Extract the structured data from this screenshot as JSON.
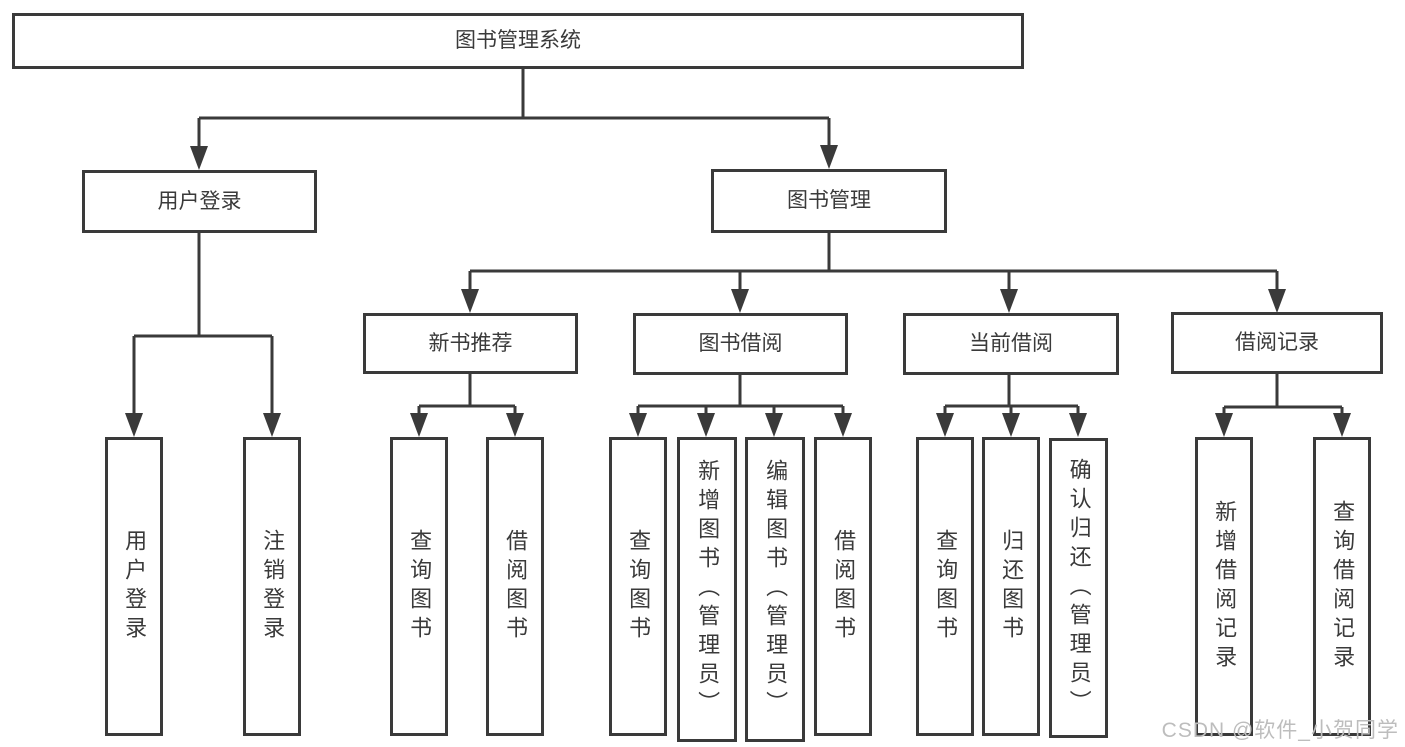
{
  "tree": {
    "root": {
      "label": "图书管理系统"
    },
    "children": [
      {
        "label": "用户登录",
        "children": [
          {
            "label": "用户登录"
          },
          {
            "label": "注销登录"
          }
        ]
      },
      {
        "label": "图书管理",
        "children": [
          {
            "label": "新书推荐",
            "children": [
              {
                "label": "查询图书"
              },
              {
                "label": "借阅图书"
              }
            ]
          },
          {
            "label": "图书借阅",
            "children": [
              {
                "label": "查询图书"
              },
              {
                "label": "新增图书（管理员）"
              },
              {
                "label": "编辑图书（管理员）"
              },
              {
                "label": "借阅图书"
              }
            ]
          },
          {
            "label": "当前借阅",
            "children": [
              {
                "label": "查询图书"
              },
              {
                "label": "归还图书"
              },
              {
                "label": "确认归还（管理员）"
              }
            ]
          },
          {
            "label": "借阅记录",
            "children": [
              {
                "label": "新增借阅记录"
              },
              {
                "label": "查询借阅记录"
              }
            ]
          }
        ]
      }
    ]
  },
  "watermark": {
    "text": "CSDN @软件_小贺同学"
  },
  "colors": {
    "line": "#3a3a3a",
    "node_border": "#3a3a3a",
    "node_text": "#3a3a3a",
    "background": "#ffffff",
    "watermark": "#bdbdbd"
  }
}
